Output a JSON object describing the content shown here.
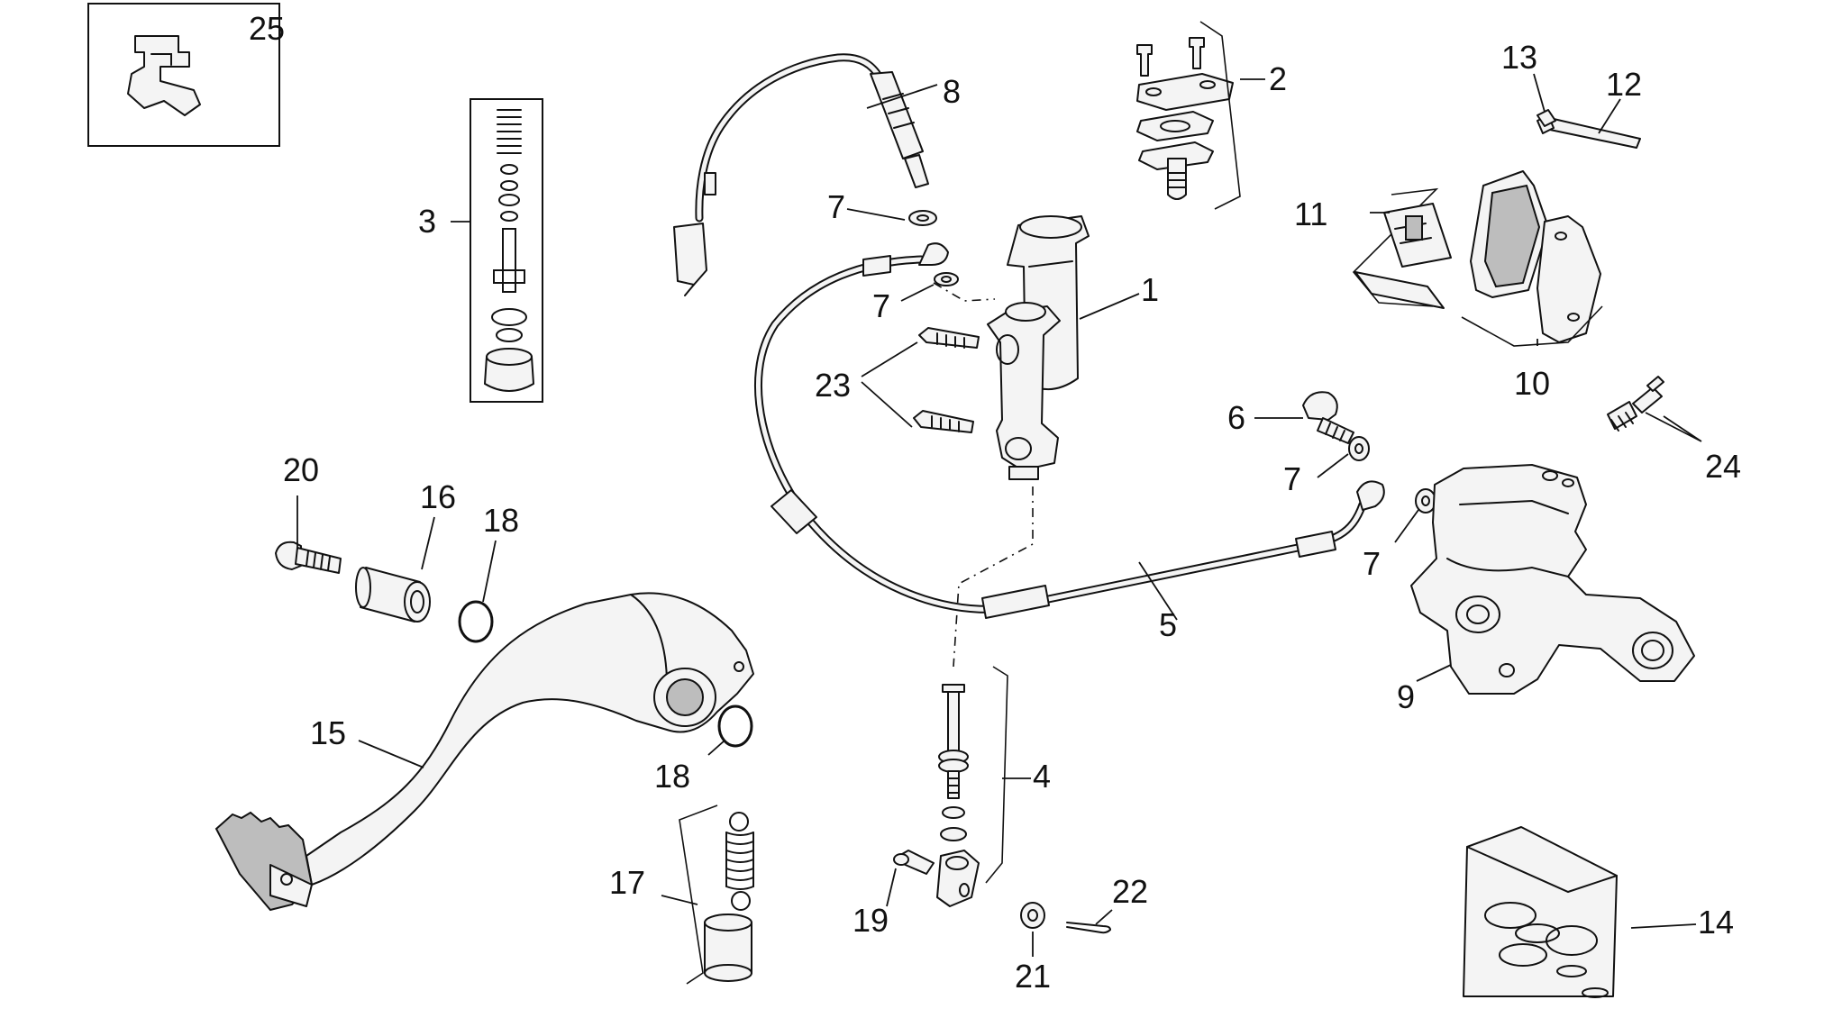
{
  "callouts": {
    "c1": "1",
    "c2": "2",
    "c3": "3",
    "c4": "4",
    "c5": "5",
    "c6": "6",
    "c7a": "7",
    "c7b": "7",
    "c7c": "7",
    "c7d": "7",
    "c8": "8",
    "c9": "9",
    "c10": "10",
    "c11": "11",
    "c12": "12",
    "c13": "13",
    "c14": "14",
    "c15": "15",
    "c16": "16",
    "c17": "17",
    "c18a": "18",
    "c18b": "18",
    "c19": "19",
    "c20": "20",
    "c21": "21",
    "c22": "22",
    "c23": "23",
    "c24": "24",
    "c25": "25"
  }
}
